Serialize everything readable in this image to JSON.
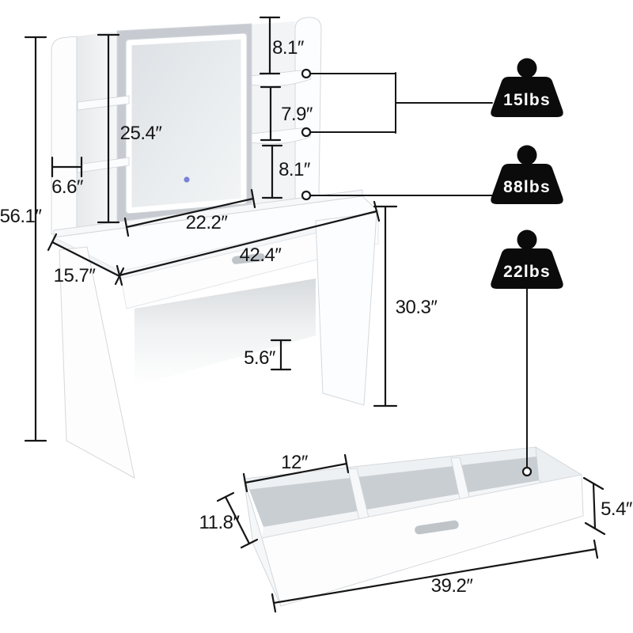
{
  "product": {
    "type": "vanity-desk-with-led-mirror-and-storage-drawer"
  },
  "dimensions": {
    "hutch": {
      "total_height": "56.1″",
      "mirror_height": "25.4″",
      "side_shelf_depth": "6.6″",
      "right_shelf_top_gap": "8.1″",
      "right_shelf_middle_gap": "7.9″",
      "right_shelf_bottom_gap": "8.1″",
      "mirror_width": "22.2″"
    },
    "desk": {
      "width": "42.4″",
      "depth": "15.7″",
      "height": "30.3″",
      "beam_clearance": "5.6″"
    },
    "drawer": {
      "compartment_width": "12″",
      "depth": "11.8″",
      "width": "39.2″",
      "height": "5.4″"
    }
  },
  "capacities": {
    "shelf": "15lbs",
    "desktop": "88lbs",
    "drawer": "22lbs"
  },
  "colors": {
    "line_black": "#161616",
    "weight_black": "#0b0b0b",
    "furniture_white": "#fdfdfe",
    "mirror_frame_gray": "#c7cbd1",
    "led_glow_white": "#ffffff",
    "drawer_interior_gray": "#c9ced3",
    "handle_gray": "#bfc4c9",
    "touch_button_blue": "#7b80d8"
  }
}
